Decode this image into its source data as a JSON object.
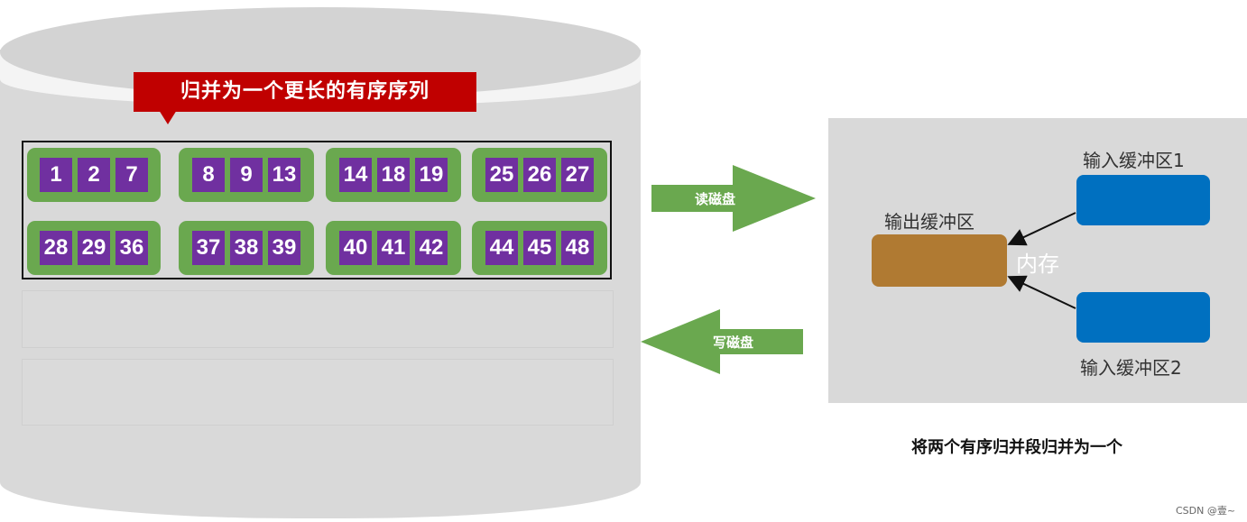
{
  "callout": {
    "text": "归并为一个更长的有序序列"
  },
  "merged_groups_row1": [
    {
      "values": [
        "1",
        "2",
        "7"
      ]
    },
    {
      "values": [
        "8",
        "9",
        "13"
      ]
    },
    {
      "values": [
        "14",
        "18",
        "19"
      ]
    },
    {
      "values": [
        "25",
        "26",
        "27"
      ]
    }
  ],
  "merged_groups_row2": [
    {
      "values": [
        "28",
        "29",
        "36"
      ]
    },
    {
      "values": [
        "37",
        "38",
        "39"
      ]
    },
    {
      "values": [
        "40",
        "41",
        "42"
      ]
    },
    {
      "values": [
        "44",
        "45",
        "48"
      ]
    }
  ],
  "arrows": {
    "read": "读磁盘",
    "write": "写磁盘"
  },
  "memory": {
    "label": "内存",
    "input1": "输入缓冲区1",
    "input2": "输入缓冲区2",
    "output": "输出缓冲区"
  },
  "caption": "将两个有序归并段归并为一个",
  "credit": "CSDN @壹~",
  "colors": {
    "callout": "#c00000",
    "group": "#6aa84f",
    "cell": "#7030a0",
    "input_buffer": "#0070c0",
    "output_buffer": "#b07a32",
    "arrow": "#6aa84f"
  }
}
